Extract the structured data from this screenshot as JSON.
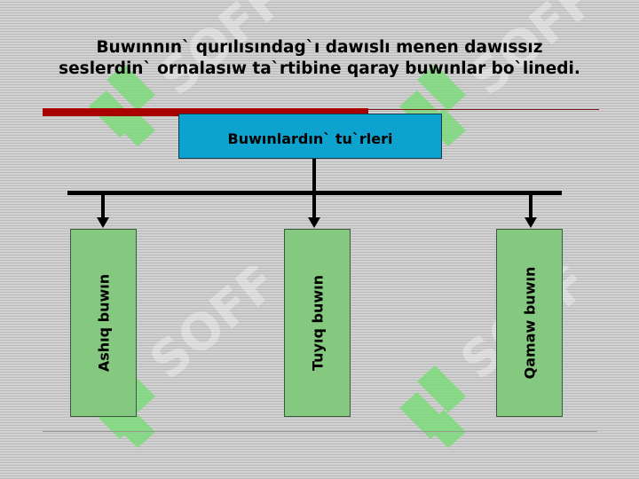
{
  "title": "Buwınnın` qurılısındag`ı dawıslı menen dawıssız seslerdin` ornalasıw ta`rtibine qaray buwınlar bo`linedi.",
  "root": {
    "label": "Buwınlardın` tu`rleri",
    "color": "#0ea3cf"
  },
  "children": [
    {
      "label": "Ashıq buwın"
    },
    {
      "label": "Tuyıq buwın"
    },
    {
      "label": "Qamaw buwın"
    }
  ],
  "colors": {
    "accent_bar": "#a80000",
    "leaf_fill": "#85c87f"
  },
  "watermark": {
    "text": "SOFF"
  }
}
